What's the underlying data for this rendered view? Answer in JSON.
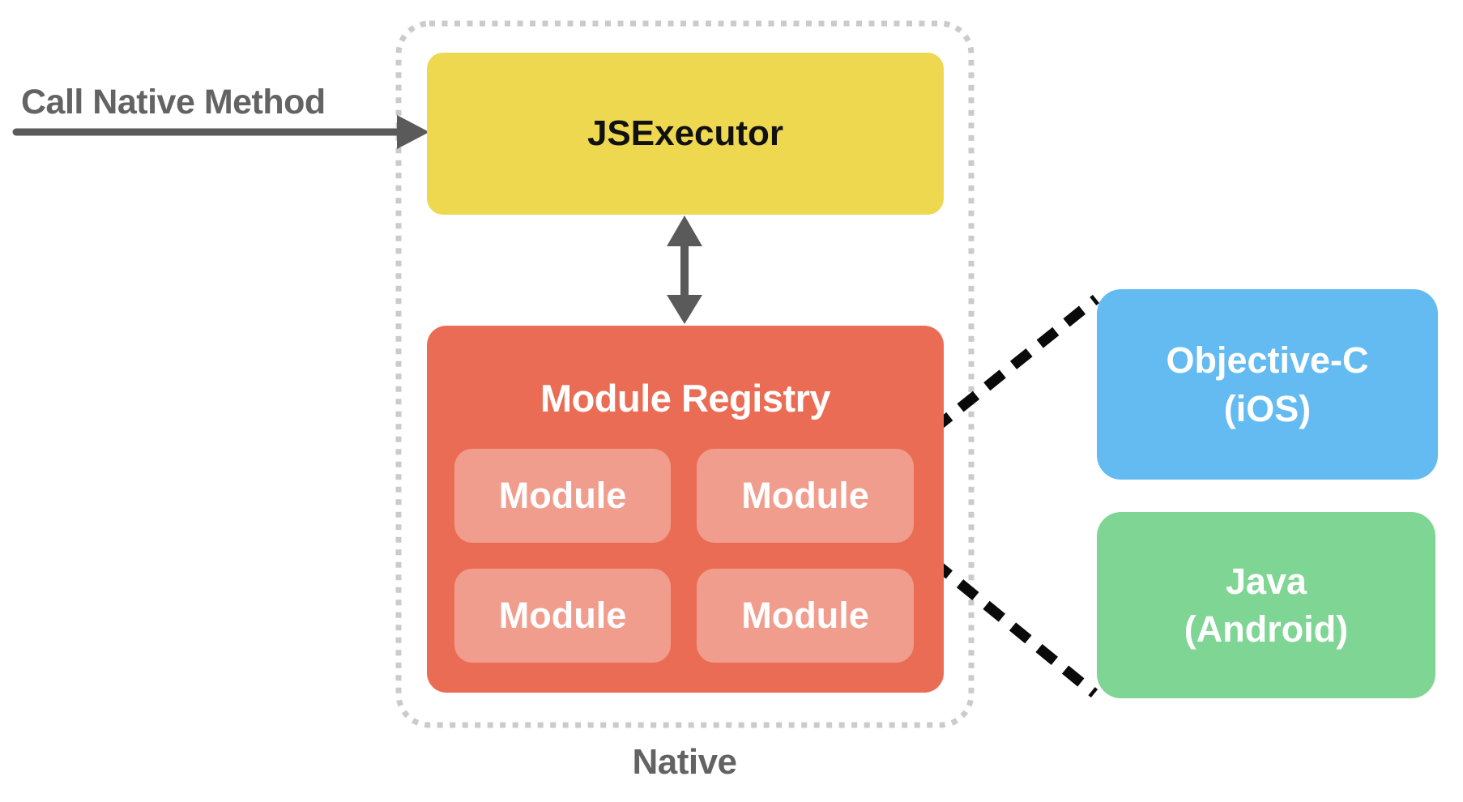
{
  "diagram": {
    "call_native_label": "Call Native Method",
    "native_label": "Native",
    "jsexecutor": {
      "label": "JSExecutor"
    },
    "module_registry": {
      "title": "Module Registry",
      "modules": [
        "Module",
        "Module",
        "Module",
        "Module"
      ]
    },
    "platforms": {
      "ios": {
        "line1": "Objective-C",
        "line2": "(iOS)"
      },
      "android": {
        "line1": "Java",
        "line2": "(Android)"
      }
    },
    "connectors": {
      "call_arrow": "arrow-right",
      "bridge_arrow": "arrow-vertical-double",
      "ios_link": "dashed-line",
      "android_link": "dashed-line",
      "native_boundary": "dotted-rounded-rect"
    },
    "colors": {
      "jsexecutor_bg": "#EDD850",
      "module_registry_bg": "#EB6C54",
      "module_bg": "#F19D8E",
      "ios_bg": "#64BBF2",
      "android_bg": "#7FD594",
      "gray_label": "#636363",
      "dotted_border": "#CBCBCB",
      "arrow_gray": "#5A5A5A",
      "dashed_link": "#0A0A0A",
      "jsexecutor_text": "#111111",
      "box_text": "#FFFFFF"
    }
  }
}
